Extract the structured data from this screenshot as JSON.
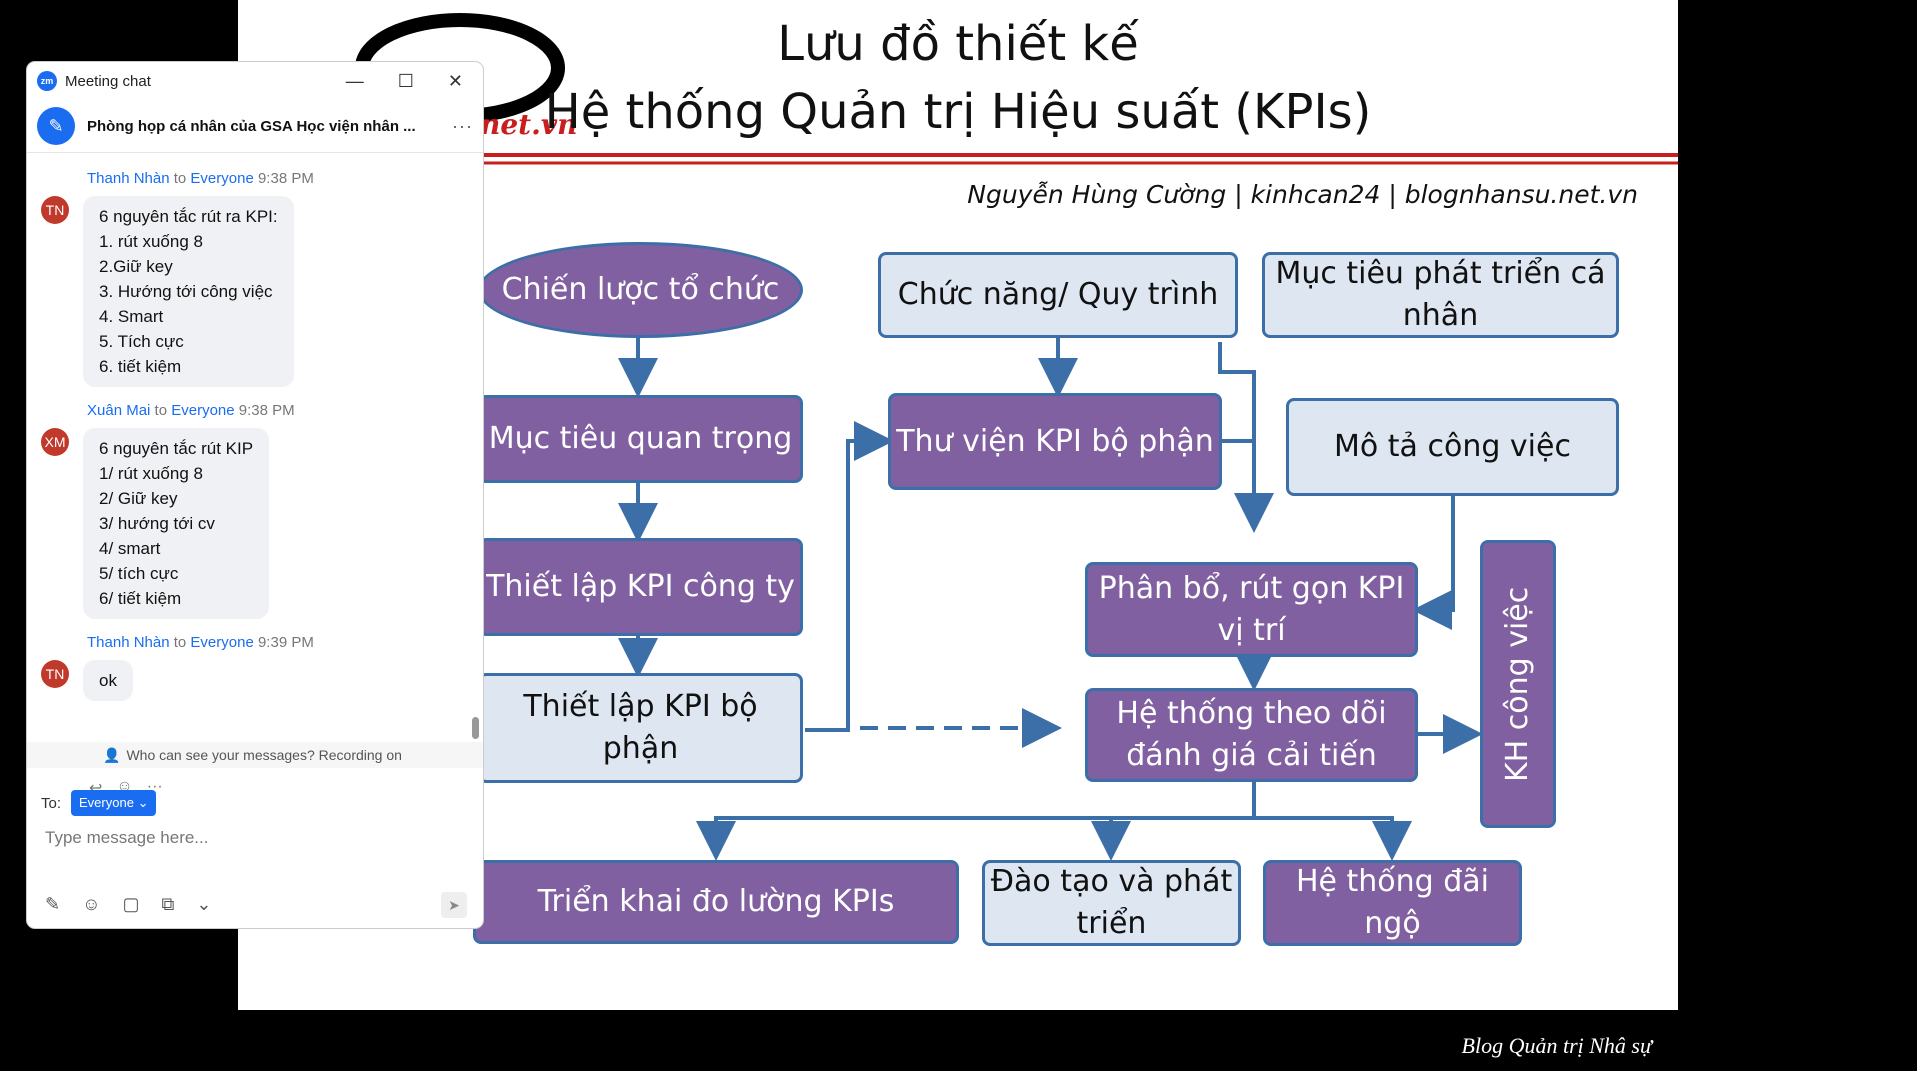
{
  "slide": {
    "title_line1": "Lưu đồ thiết kế",
    "title_line2": "Hệ thống Quản trị Hiệu suất (KPIs)",
    "logo_text": "net.vn",
    "subtitle": "Nguyễn Hùng Cường | kinhcan24 | blognhansu.net.vn",
    "boxes": {
      "chien_luoc": "Chiến lược tổ chức",
      "muc_tieu_qt": "Mục tiêu quan trọng",
      "kpi_cong_ty": "Thiết lập KPI công ty",
      "kpi_bo_phan": "Thiết lập KPI bộ phận",
      "chuc_nang": "Chức năng/ Quy trình",
      "thu_vien": "Thư viện KPI bộ phận",
      "muc_tieu_cn": "Mục tiêu phát triển cá nhân",
      "mo_ta": "Mô tả công việc",
      "phan_bo": "Phân bổ, rút gọn KPI vị trí",
      "he_thong_theo_doi": "Hệ thống theo dõi đánh giá cải tiến",
      "kh_cong_viec": "KH công việc",
      "trien_khai": "Triển khai đo lường KPIs",
      "dao_tao": "Đào tạo và phát triển",
      "dai_ngo": "Hệ thống đãi ngộ"
    },
    "footer": "Blog Quản trị Nhâ sự"
  },
  "chat": {
    "window_title": "Meeting chat",
    "app_badge": "zm",
    "room_name": "Phòng họp cá nhân của GSA Học viện nhân ...",
    "messages": [
      {
        "sender": "Thanh Nhàn",
        "to_word": "to",
        "recipient": "Everyone",
        "time": "9:38 PM",
        "initials": "TN",
        "text": "6 nguyên tắc rút ra KPI:\n1. rút xuống 8\n2.Giữ key\n3. Hướng tới công việc\n4. Smart\n5. Tích cực\n6. tiết kiệm"
      },
      {
        "sender": "Xuân Mai",
        "to_word": "to",
        "recipient": "Everyone",
        "time": "9:38 PM",
        "initials": "XM",
        "text": "6 nguyên tắc rút KIP\n1/ rút xuống 8\n2/ Giữ key\n3/ hướng tới cv\n4/ smart\n5/ tích cực\n6/ tiết kiệm"
      },
      {
        "sender": "Thanh Nhàn",
        "to_word": "to",
        "recipient": "Everyone",
        "time": "9:39 PM",
        "initials": "TN",
        "text": "ok"
      }
    ],
    "notice": "Who can see your messages? Recording on",
    "to_label": "To:",
    "to_value": "Everyone",
    "input_placeholder": "Type message here..."
  }
}
